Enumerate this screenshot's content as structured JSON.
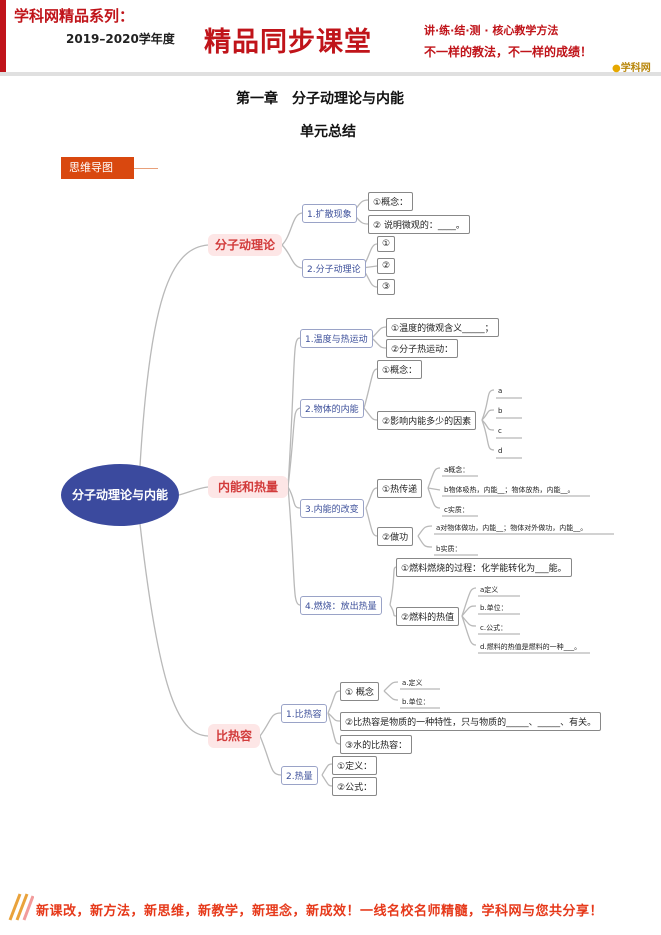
{
  "banner": {
    "series": "学科网精品系列：",
    "year": "2019–2020学年度",
    "title": "精品同步课堂",
    "slogan1": "讲·练·结·测 · 核心教学方法",
    "slogan2": "不一样的教法，不一样的成绩！",
    "logo": "学科网"
  },
  "doc": {
    "chapter": "第一章　分子动理论与内能",
    "section": "单元总结",
    "tag": "思维导图"
  },
  "mindmap": {
    "root": "分子动理论与内能",
    "b1": {
      "label": "分子动理论",
      "c1": {
        "label": "1.扩散现象",
        "items": [
          "①概念：",
          "② 说明微观的：____。"
        ]
      },
      "c2": {
        "label": "2.分子动理论",
        "items": [
          "①",
          "②",
          "③"
        ]
      }
    },
    "b2": {
      "label": "内能和热量",
      "c1": {
        "label": "1.温度与热运动",
        "items": [
          "①温度的微观含义_____；",
          "②分子热运动："
        ]
      },
      "c2": {
        "label": "2.物体的内能",
        "items": [
          "①概念：",
          "②影响内能多少的因素"
        ],
        "sub": [
          "a",
          "b",
          "c",
          "d"
        ]
      },
      "c3": {
        "label": "3.内能的改变",
        "items": [
          "①热传递",
          "②做功"
        ],
        "heat": [
          "a概念：",
          "b物体吸热，内能__；物体放热，内能__。",
          "c实质："
        ],
        "work": [
          "a对物体做功，内能__；物体对外做功，内能__。",
          "b实质："
        ]
      },
      "c4": {
        "label": "4.燃烧：放出热量",
        "items": [
          "①燃料燃烧的过程：化学能转化为___能。",
          "②燃料的热值"
        ],
        "sub": [
          "a定义",
          "b.单位：",
          "c.公式：",
          "d.燃料的热值是燃料的一种___。"
        ]
      }
    },
    "b3": {
      "label": "比热容",
      "c1": {
        "label": "1.比热容",
        "items": [
          "① 概念",
          "②比热容是物质的一种特性，只与物质的_____、_____、有关。",
          "③水的比热容："
        ],
        "sub": [
          "a.定义",
          "b.单位："
        ]
      },
      "c2": {
        "label": "2.热量",
        "items": [
          "①定义：",
          "②公式："
        ]
      }
    }
  },
  "footer": {
    "text": "新课改，新方法，新思维，新教学，新理念，新成效！一线名校名师精髓，学科网与您共分享！"
  }
}
